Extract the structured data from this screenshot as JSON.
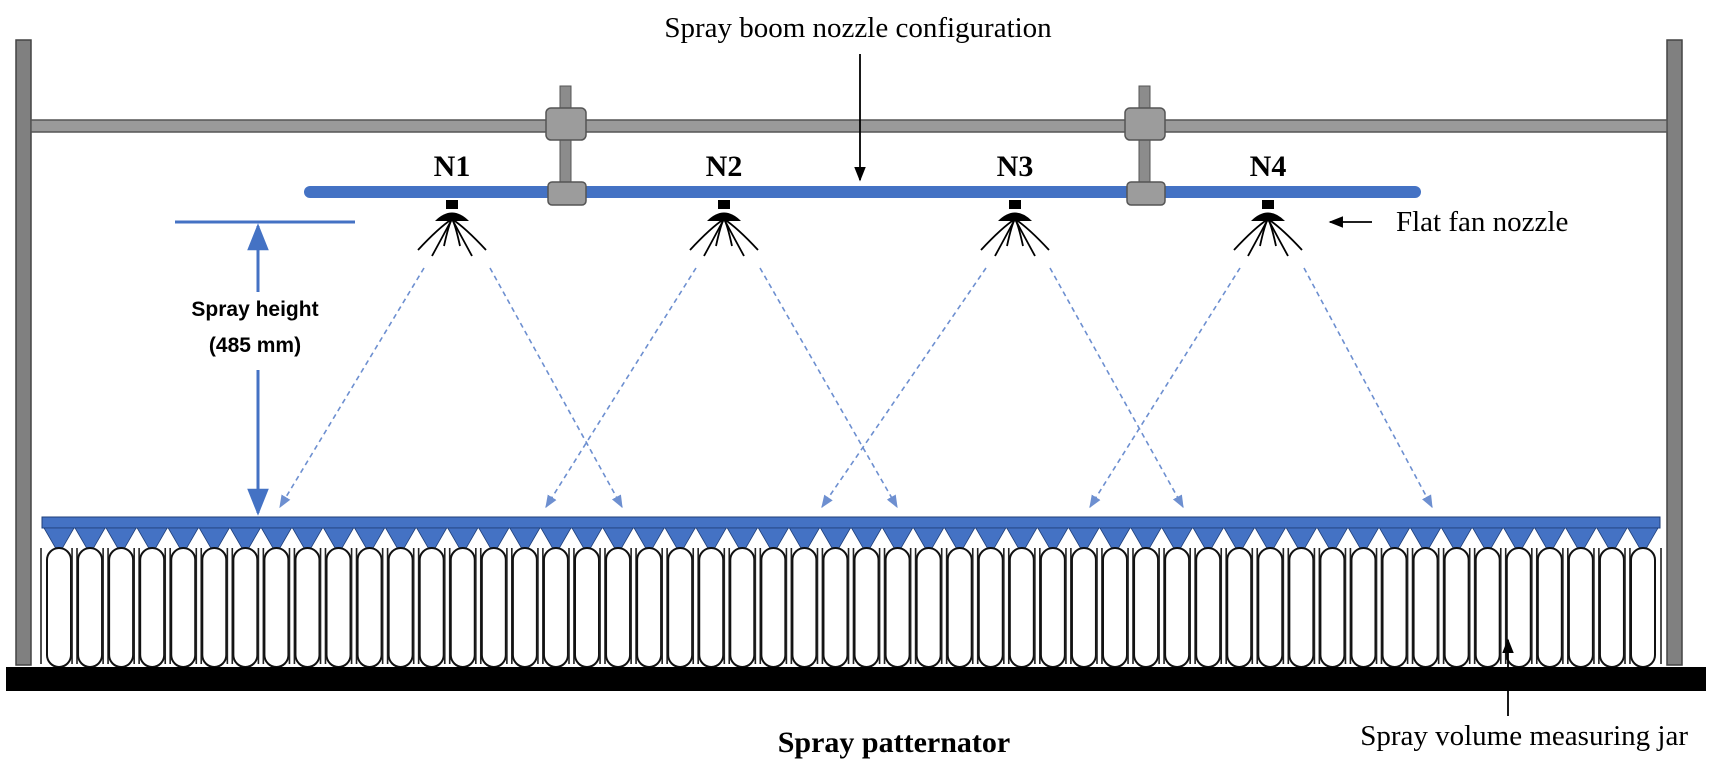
{
  "title": "Spray boom nozzle configuration",
  "nozzles": [
    {
      "label": "N1"
    },
    {
      "label": "N2"
    },
    {
      "label": "N3"
    },
    {
      "label": "N4"
    }
  ],
  "labels": {
    "flat_fan_nozzle": "Flat fan nozzle",
    "spray_height_line1": "Spray height",
    "spray_height_line2": "(485 mm)",
    "patternator": "Spray patternator",
    "measuring_jar": "Spray volume measuring jar"
  },
  "spray_height_mm": 485,
  "jar_count": 52,
  "colors": {
    "boom": "#4472c4",
    "frame": "#808080",
    "frame_dark": "#555555",
    "spray_lines": "#6d8fd0",
    "base": "#000000",
    "jar_outline": "#111111"
  }
}
